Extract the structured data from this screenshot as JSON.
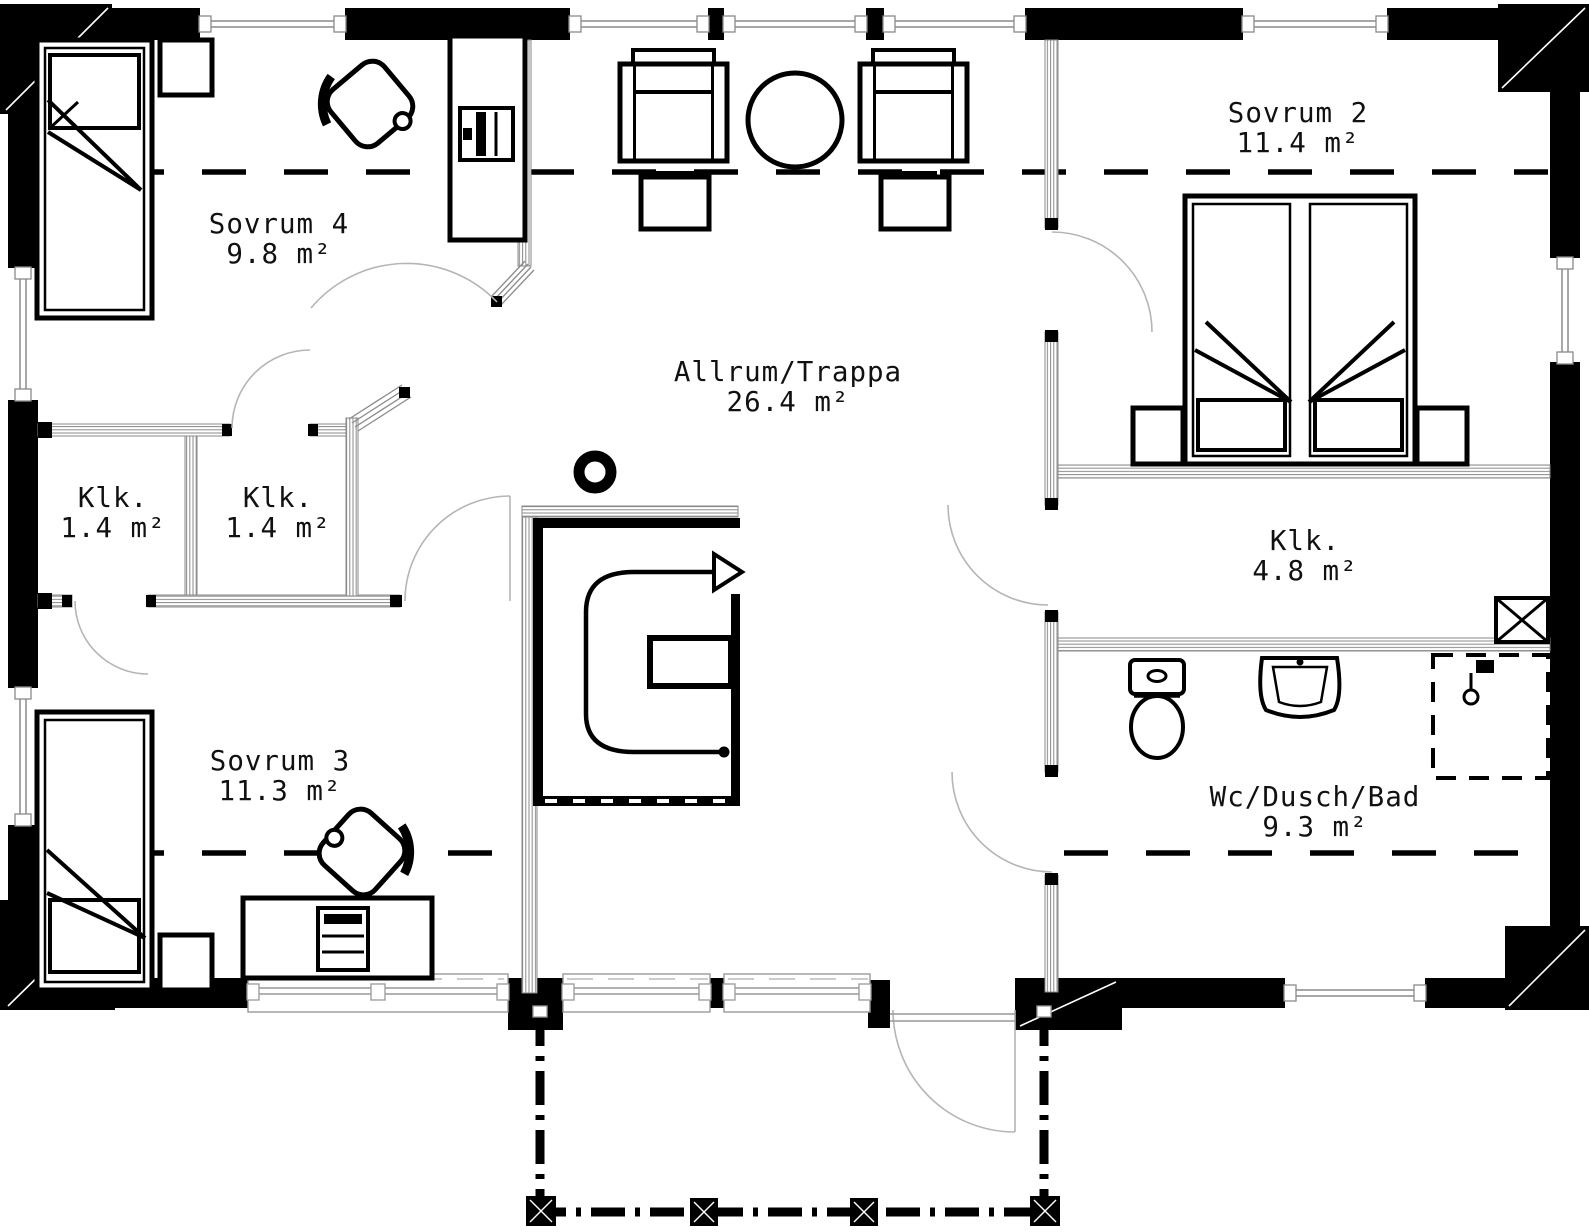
{
  "floorplan": {
    "background_color": "#ffffff",
    "wall_color": "#000000",
    "thin_wall_color": "#8a8a8a",
    "door_arc_color": "#b5b5b5",
    "rooms": [
      {
        "id": "sovrum4",
        "name": "Sovrum 4",
        "area": "9.8 m²"
      },
      {
        "id": "sovrum2",
        "name": "Sovrum 2",
        "area": "11.4 m²"
      },
      {
        "id": "allrum",
        "name": "Allrum/Trappa",
        "area": "26.4 m²"
      },
      {
        "id": "klk-left-1",
        "name": "Klk.",
        "area": "1.4 m²"
      },
      {
        "id": "klk-left-2",
        "name": "Klk.",
        "area": "1.4 m²"
      },
      {
        "id": "klk-right",
        "name": "Klk.",
        "area": "4.8 m²"
      },
      {
        "id": "sovrum3",
        "name": "Sovrum 3",
        "area": "11.3 m²"
      },
      {
        "id": "bathroom",
        "name": "Wc/Dusch/Bad",
        "area": "9.3 m²"
      }
    ]
  }
}
